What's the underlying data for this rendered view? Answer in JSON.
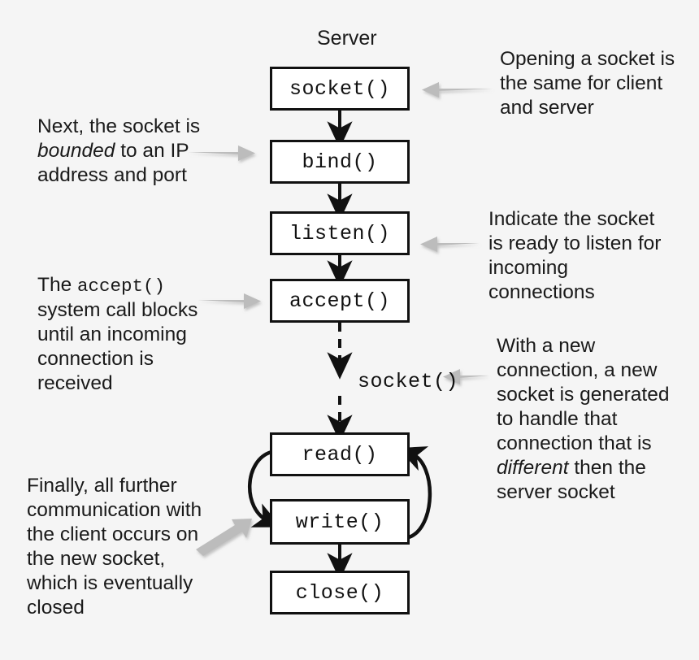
{
  "diagram": {
    "title": "Server",
    "background_color": "#f5f5f5",
    "box_fill": "#ffffff",
    "box_border_color": "#111111",
    "flow_arrow_color": "#111111",
    "callout_arrow_color": "#b9b9b9",
    "nodes": [
      {
        "id": "socket",
        "label": "socket()"
      },
      {
        "id": "bind",
        "label": "bind()"
      },
      {
        "id": "listen",
        "label": "listen()"
      },
      {
        "id": "accept",
        "label": "accept()"
      },
      {
        "id": "read",
        "label": "read()"
      },
      {
        "id": "write",
        "label": "write()"
      },
      {
        "id": "close",
        "label": "close()"
      }
    ],
    "floating_labels": [
      {
        "id": "new-socket",
        "label": "socket()"
      }
    ],
    "notes": {
      "opening_socket": {
        "lines": [
          "Opening a socket is",
          "the same for client",
          "and server"
        ]
      },
      "bind_note": {
        "line1": "Next, the socket is",
        "line2_italic": "bounded",
        "line2_rest": " to an IP",
        "line3": "address and port"
      },
      "listen_note": {
        "lines": [
          "Indicate the socket",
          "is ready to listen for",
          "incoming",
          "connections"
        ]
      },
      "accept_note": {
        "line1_pre": "The ",
        "line1_mono": "accept()",
        "lines_rest": [
          "system call blocks",
          "until an incoming",
          "connection is",
          "received"
        ]
      },
      "new_socket_note": {
        "lines_before": [
          "With a new",
          "connection, a new",
          "socket is generated",
          "to handle that",
          "connection that is"
        ],
        "line_italic": "different",
        "line_italic_rest": " then the",
        "line_after": "server socket"
      },
      "final_note": {
        "lines": [
          "Finally, all further",
          "communication with",
          "the client occurs on",
          "the new socket,",
          "which is eventually",
          "closed"
        ]
      }
    }
  }
}
